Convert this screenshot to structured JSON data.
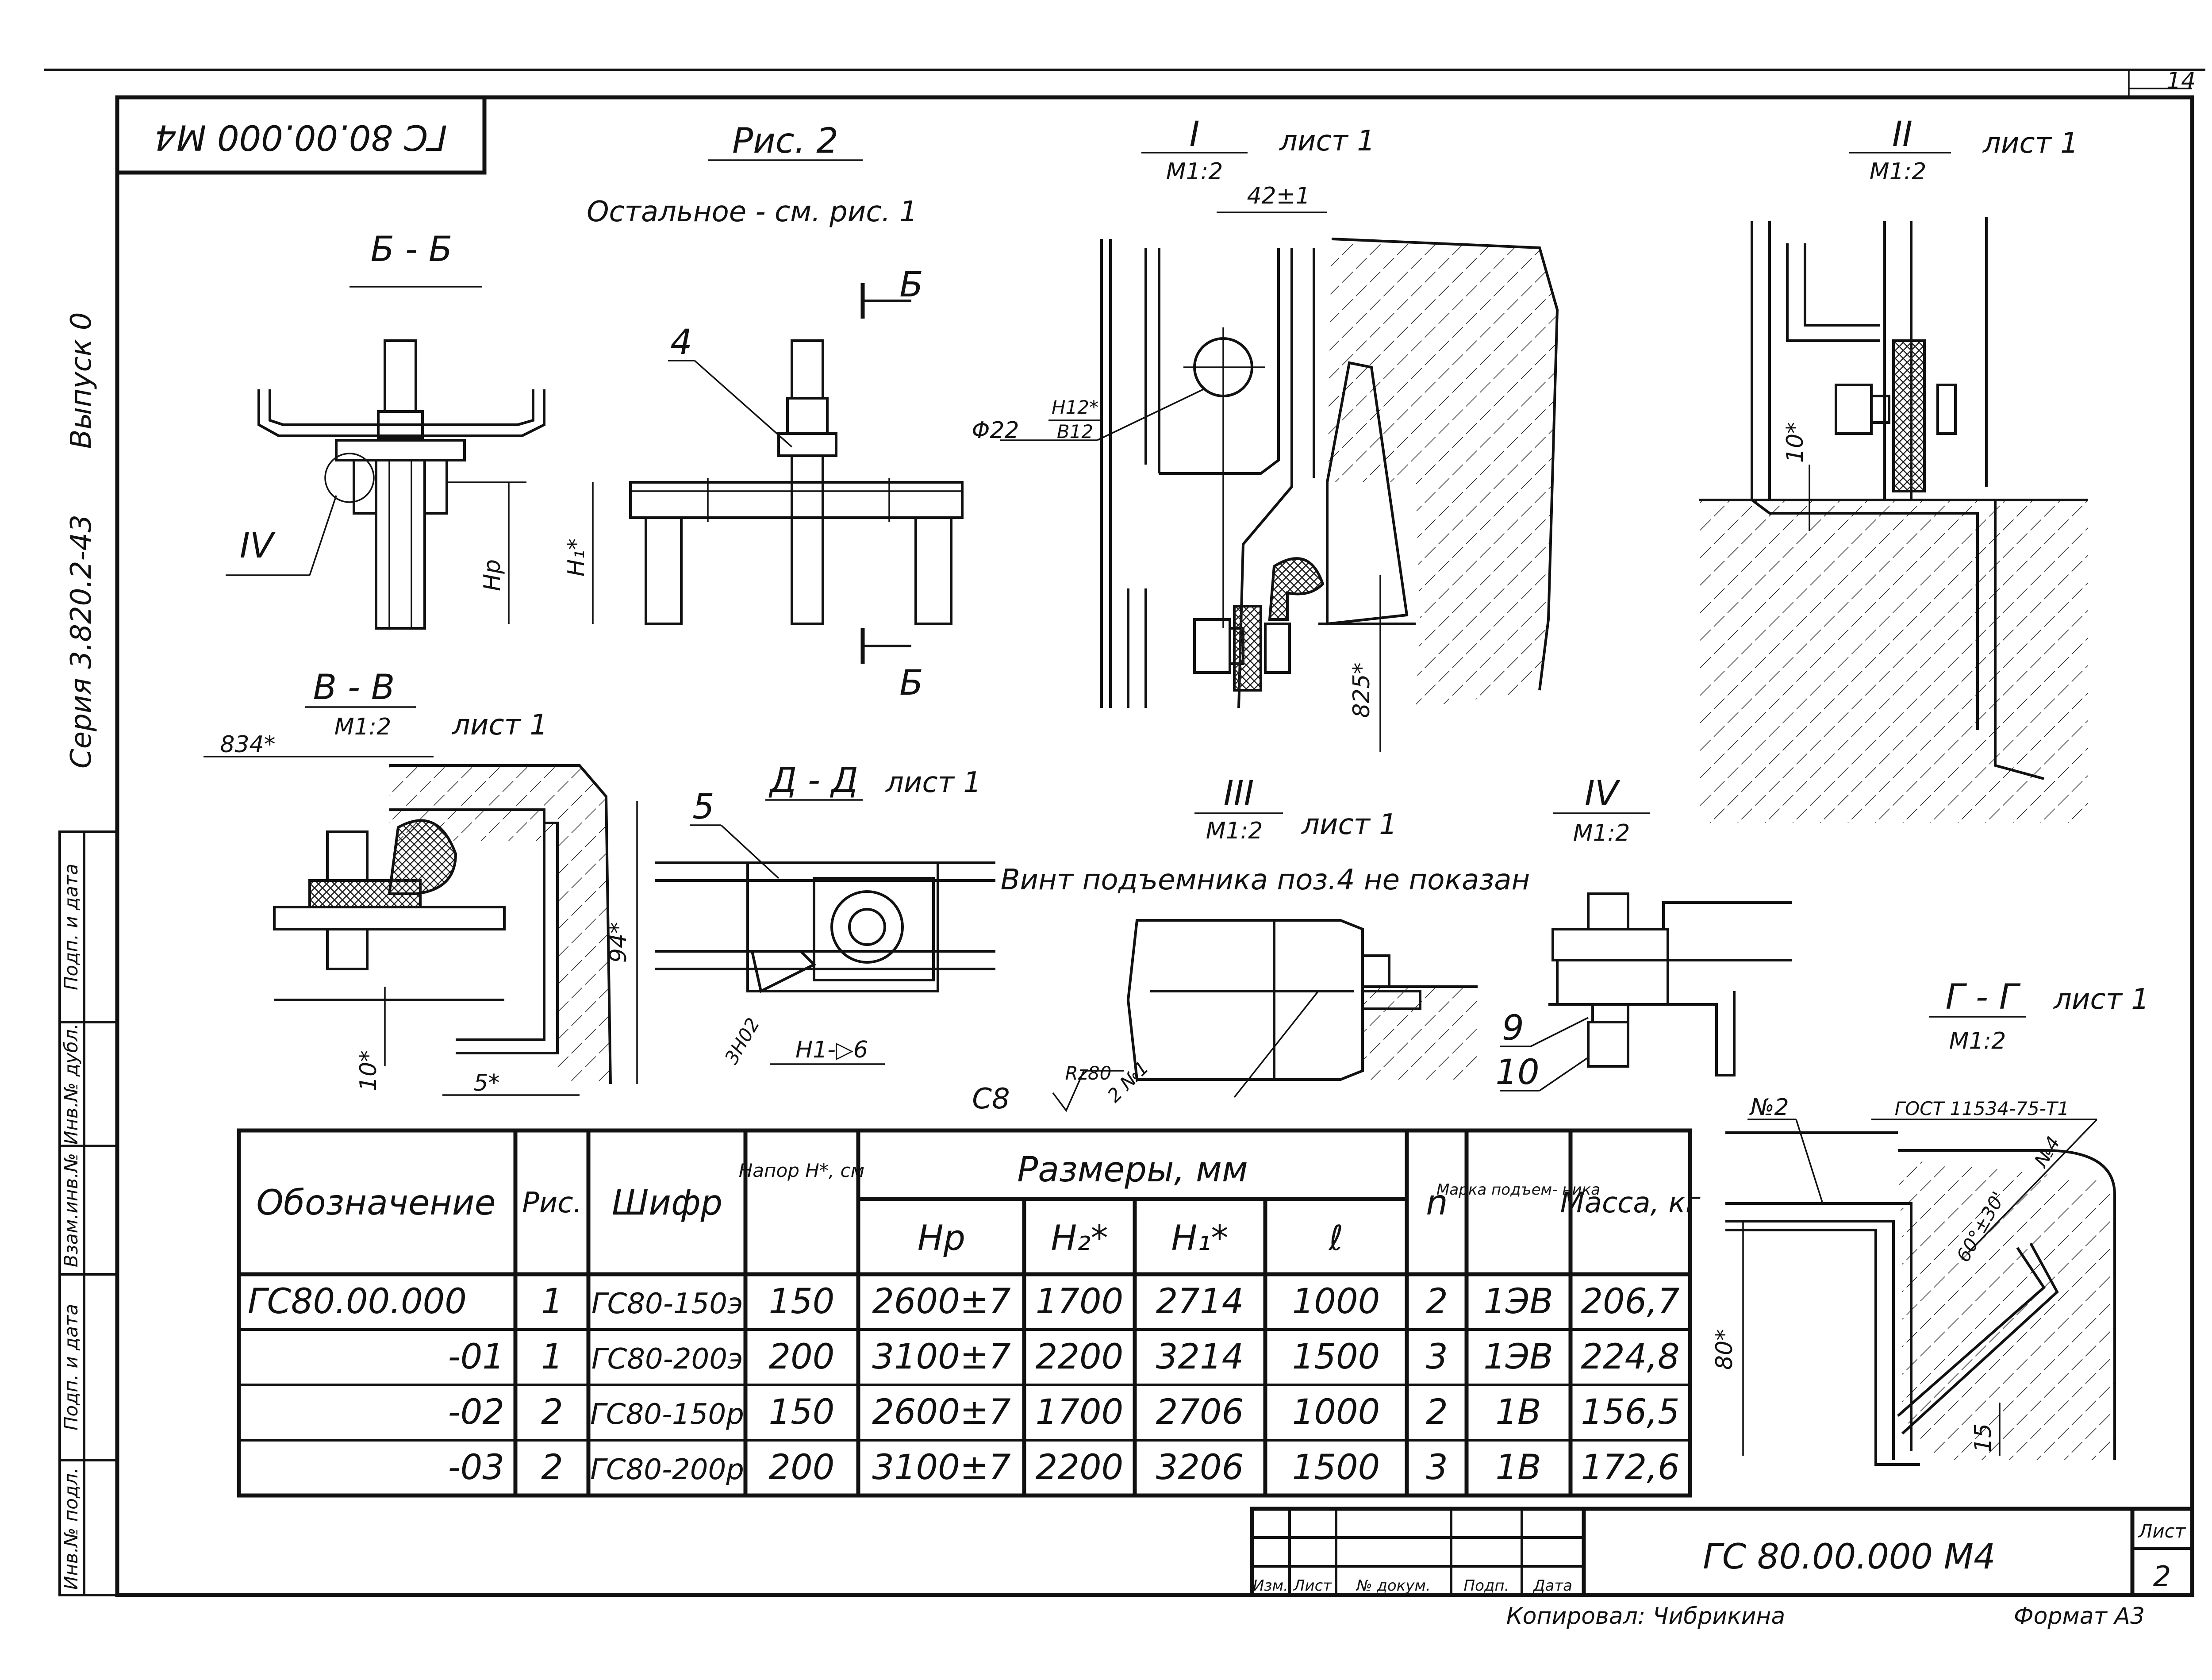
{
  "sheet": {
    "page_corner_number": "14",
    "rotated_stamp": "ГС 80.00.000 М4",
    "series": "Серия 3.820.2-43",
    "issue": "Выпуск 0",
    "side_columns": [
      "Инв.№ подл.",
      "Подп. и дата",
      "Взам.инв.№",
      "Инв.№ дубл.",
      "Подп. и дата"
    ]
  },
  "figure": {
    "title": "Рис. 2",
    "note": "Остальное - см. рис. 1"
  },
  "views": {
    "bb": {
      "label": "Б - Б",
      "marker": "IV",
      "dim_hp": "Hp",
      "section_mark": "Б",
      "dim_h1": "H₁*",
      "pos4": "4"
    },
    "vv": {
      "label": "В - В",
      "scale": "М1:2",
      "sheet": "лист 1",
      "dim_834": "834*",
      "dim_94": "94*",
      "dim_10": "10*",
      "dim_5": "5*"
    },
    "dd": {
      "label": "Д - Д",
      "sheet": "лист 1",
      "pos5": "5",
      "weld_left": "3Н02",
      "weld_right": "Н1-▷6"
    },
    "v1": {
      "label": "I",
      "scale": "М1:2",
      "sheet": "лист 1",
      "dim_42": "42±1",
      "dim_phi": "Φ22",
      "fit_top": "Н12*",
      "fit_bottom": "В12",
      "dim_825": "825*"
    },
    "v2": {
      "label": "II",
      "scale": "М1:2",
      "sheet": "лист 1",
      "dim_10": "10*"
    },
    "v3": {
      "label": "III",
      "scale": "М1:2",
      "sheet": "лист 1",
      "note": "Винт подъемника поз.4 не показан",
      "finish": "С8",
      "rough": "Rz80",
      "tag": "2 №1"
    },
    "v4": {
      "label": "IV",
      "scale": "М1:2",
      "pos9": "9",
      "pos10": "10"
    },
    "gg": {
      "label": "Г - Г",
      "scale": "М1:2",
      "sheet": "лист 1",
      "n2": "№2",
      "gost": "ГОСТ 11534-75-Т1",
      "n4": "№4",
      "angle": "60°±30'",
      "dim_80": "80*",
      "dim_15": "15"
    }
  },
  "table": {
    "headers": {
      "designation": "Обозначение",
      "fig": "Рис.",
      "code": "Шифр",
      "head": "Напор H*, см",
      "dims_group": "Размеры, мм",
      "hp": "Hp",
      "h2": "H₂*",
      "h1": "H₁*",
      "l": "ℓ",
      "n": "n",
      "lift": "Марка подъем- ника",
      "mass": "Масса, кг"
    },
    "rows": [
      [
        "ГС80.00.000",
        "1",
        "ГС80-150э",
        "150",
        "2600±7",
        "1700",
        "2714",
        "1000",
        "2",
        "1ЭВ",
        "206,7"
      ],
      [
        "-01",
        "1",
        "ГС80-200э",
        "200",
        "3100±7",
        "2200",
        "3214",
        "1500",
        "3",
        "1ЭВ",
        "224,8"
      ],
      [
        "-02",
        "2",
        "ГС80-150р",
        "150",
        "2600±7",
        "1700",
        "2706",
        "1000",
        "2",
        "1В",
        "156,5"
      ],
      [
        "-03",
        "2",
        "ГС80-200р",
        "200",
        "3100±7",
        "2200",
        "3206",
        "1500",
        "3",
        "1В",
        "172,6"
      ]
    ]
  },
  "title_block": {
    "designation": "ГС 80.00.000 М4",
    "sheet_label": "Лист",
    "sheet_number": "2",
    "cols": [
      "Изм.",
      "Лист",
      "№ докум.",
      "Подп.",
      "Дата"
    ],
    "copied": "Копировал: Чибрикина",
    "format": "Формат А3"
  }
}
